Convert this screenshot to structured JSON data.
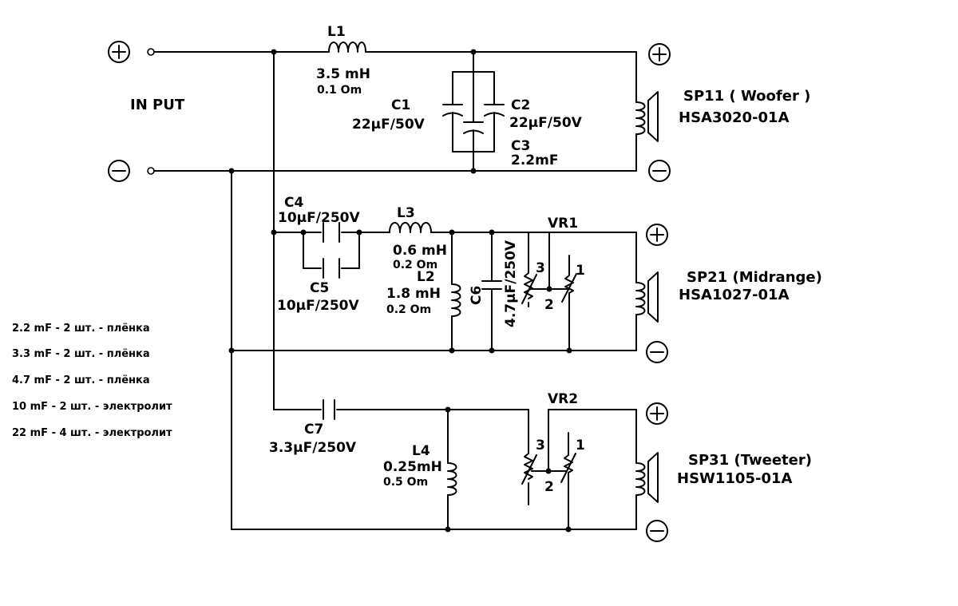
{
  "input": {
    "label": "IN PUT",
    "plus": "+",
    "minus": "−"
  },
  "woofer": {
    "L1": {
      "name": "L1",
      "value": "3.5  mH",
      "resistance": "0.1 Om"
    },
    "C1": {
      "name": "C1",
      "value": "22µF/50V"
    },
    "C2": {
      "name": "C2",
      "value": "22µF/50V"
    },
    "C3": {
      "name": "C3",
      "value": "2.2mF"
    },
    "speaker": {
      "name": "SP11 ( Woofer )",
      "model": "HSA3020-01A"
    }
  },
  "midrange": {
    "C4": {
      "name": "C4",
      "value": "10µF/250V"
    },
    "C5": {
      "name": "C5",
      "value": "10µF/250V"
    },
    "L3": {
      "name": "L3",
      "value": "0.6  mH",
      "resistance": "0.2 Om"
    },
    "L2": {
      "name": "L2",
      "value": "1.8  mH",
      "resistance": "0.2 Om"
    },
    "C6": {
      "name": "C6",
      "value": "4.7µF/250V"
    },
    "VR1": {
      "name": "VR1",
      "pin1": "1",
      "pin2": "2",
      "pin3": "3"
    },
    "speaker": {
      "name": "SP21 (Midrange)",
      "model": "HSA1027-01A"
    }
  },
  "tweeter": {
    "C7": {
      "name": "C7",
      "value": "3.3µF/250V"
    },
    "L4": {
      "name": "L4",
      "value": "0.25mH",
      "resistance": "0.5 Om"
    },
    "VR2": {
      "name": "VR2",
      "pin1": "1",
      "pin2": "2",
      "pin3": "3"
    },
    "speaker": {
      "name": "SP31 (Tweeter)",
      "model": "HSW1105-01A"
    }
  },
  "notes": [
    "2.2 mF - 2 шт. - плёнка",
    "3.3 mF - 2 шт. - плёнка",
    "4.7 mF - 2 шт. - плёнка",
    "10 mF - 2 шт. - электролит",
    "22 mF - 4 шт. - электролит"
  ]
}
